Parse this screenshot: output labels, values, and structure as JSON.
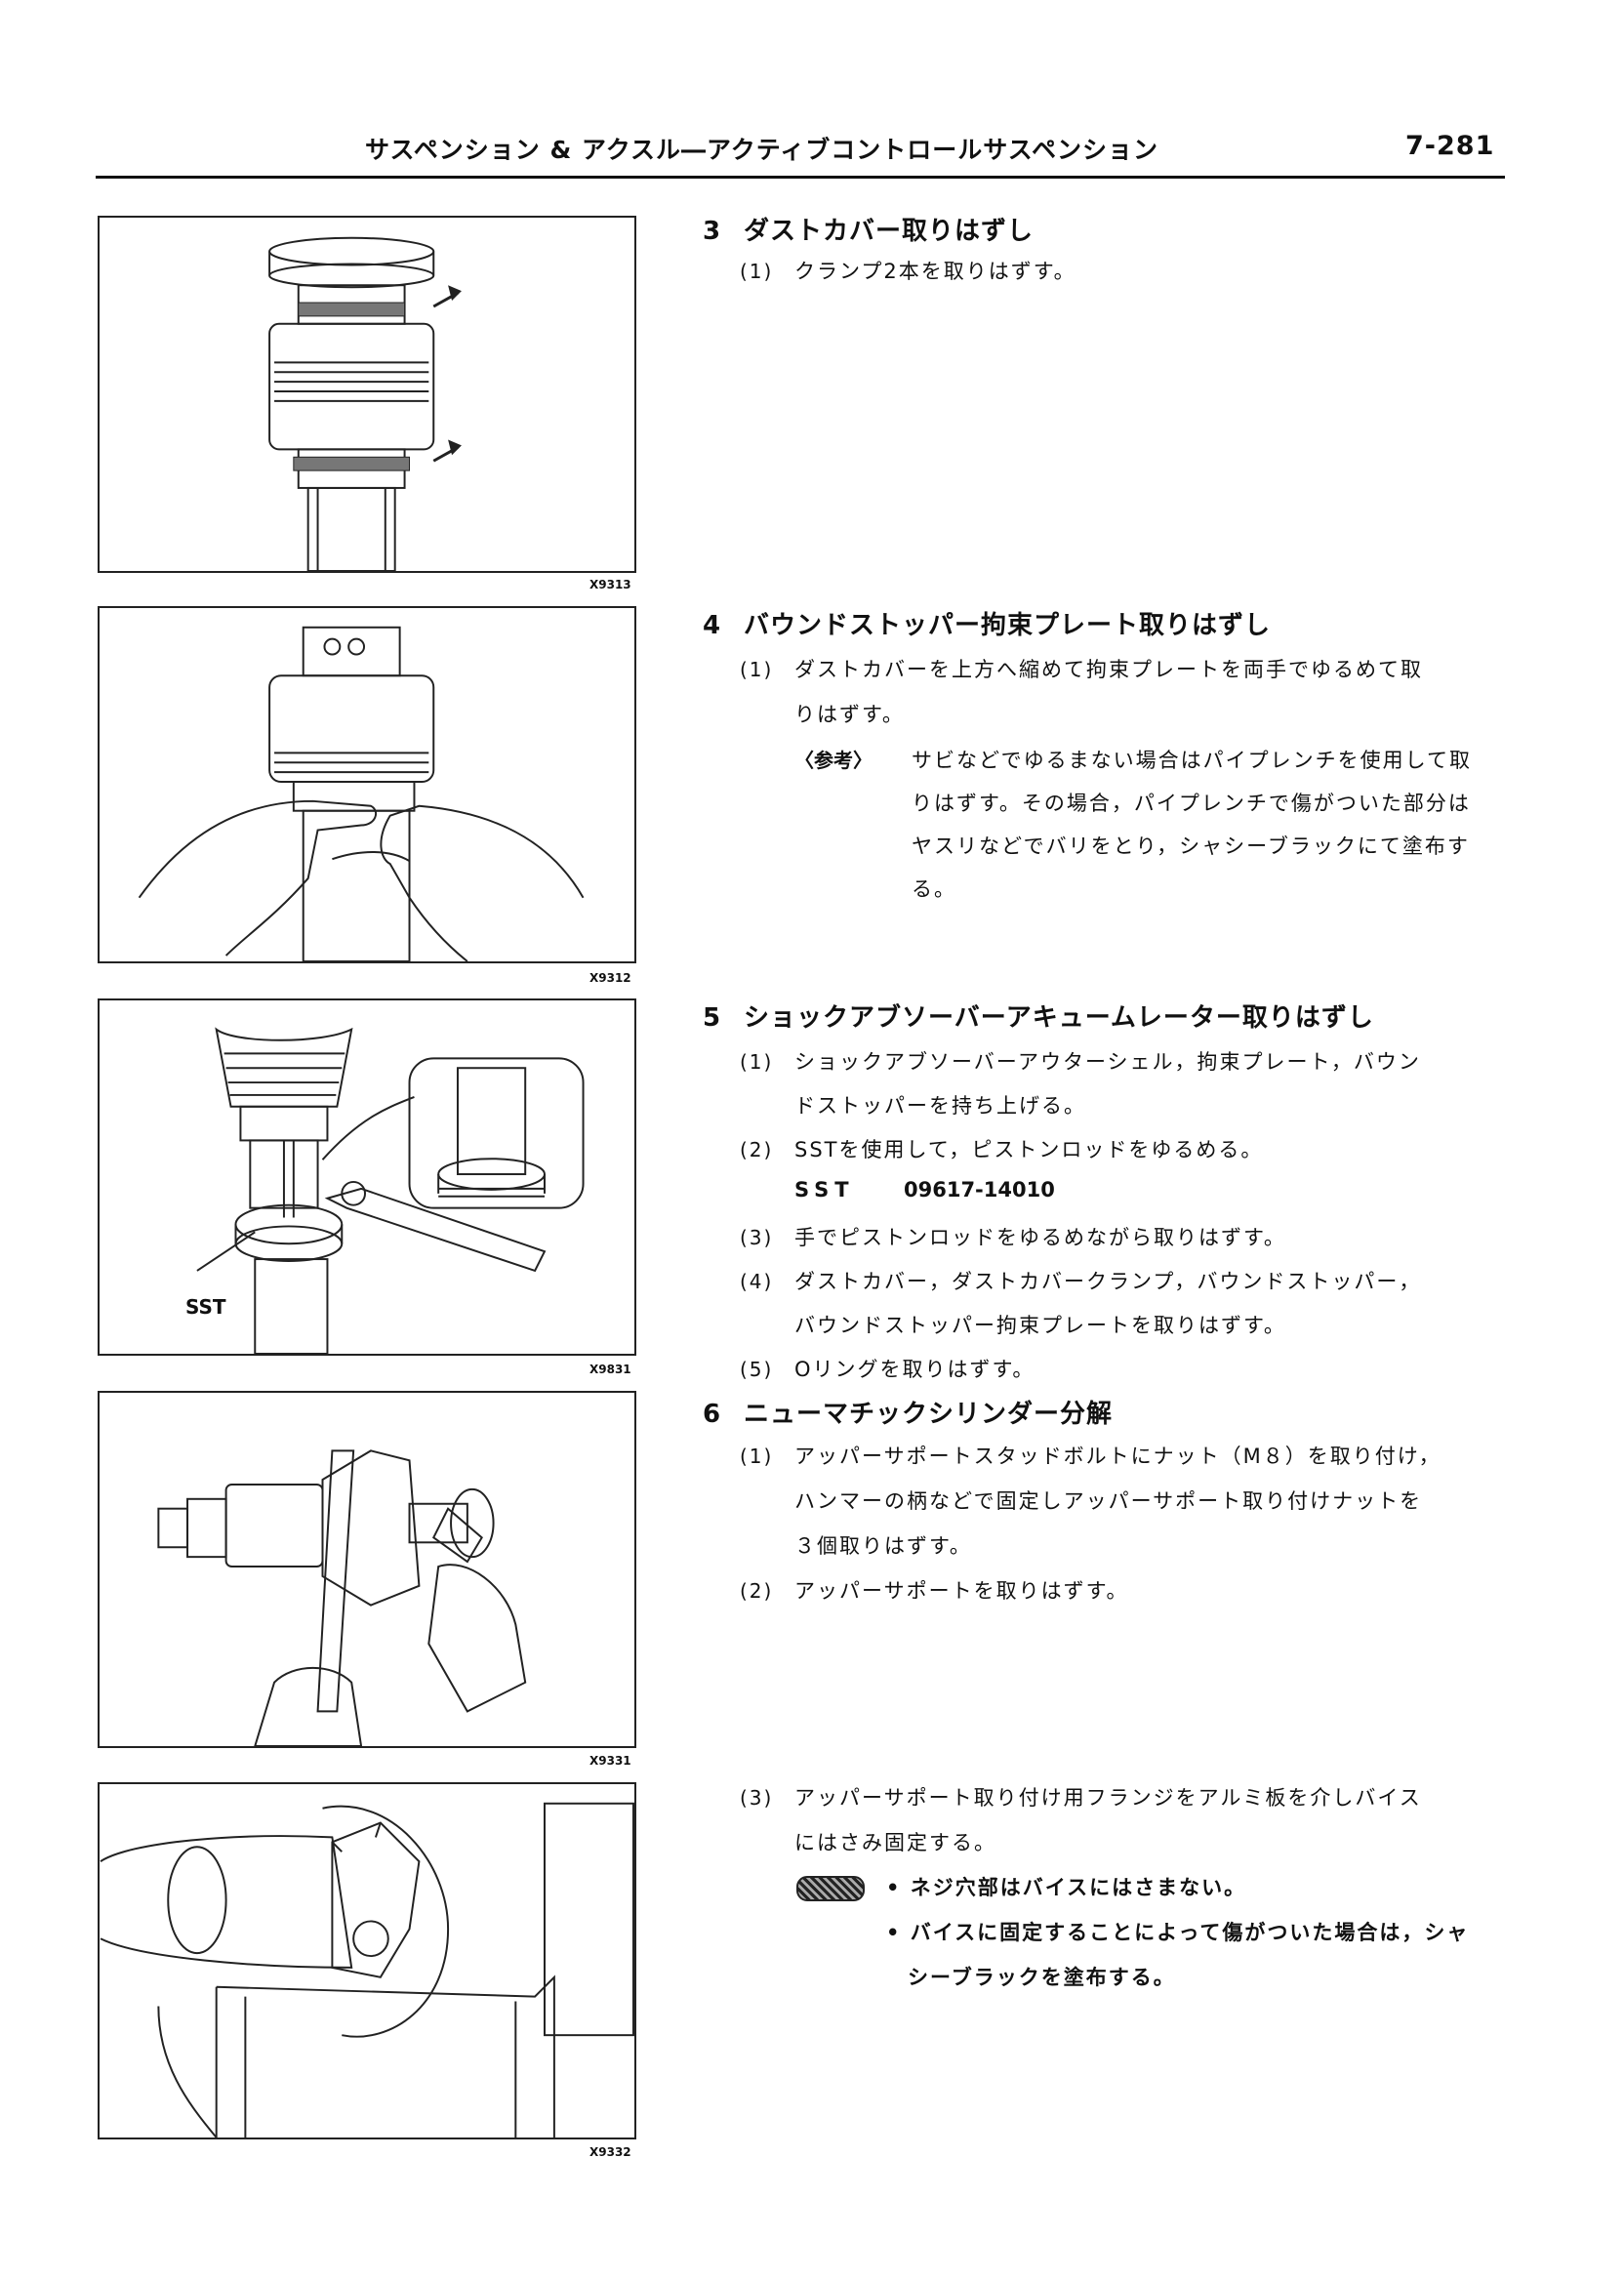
{
  "header": {
    "title": "サスペンション & アクスル―アクティブコントロールサスペンション",
    "page_number": "7-281"
  },
  "figures": [
    {
      "code": "X9313"
    },
    {
      "code": "X9312"
    },
    {
      "code": "X9831",
      "label": "SST"
    },
    {
      "code": "X9331"
    },
    {
      "code": "X9332"
    }
  ],
  "sections": {
    "s3": {
      "number": "3",
      "title": "ダストカバー取りはずし",
      "steps": [
        {
          "num": "(1)",
          "text": "クランプ2本を取りはずす。"
        }
      ]
    },
    "s4": {
      "number": "4",
      "title": "バウンドストッパー拘束プレート取りはずし",
      "step1": {
        "num": "(1)",
        "line1": "ダストカバーを上方へ縮めて拘束プレートを両手でゆるめて取",
        "line2": "りはずす。"
      },
      "note": {
        "label": "〈参考〉",
        "lines": [
          "サビなどでゆるまない場合はパイプレンチを使用して取",
          "りはずす。その場合，パイプレンチで傷がついた部分は",
          "ヤスリなどでバリをとり，シャシーブラックにて塗布す",
          "る。"
        ]
      }
    },
    "s5": {
      "number": "5",
      "title": "ショックアブソーバーアキュームレーター取りはずし",
      "step1": {
        "num": "(1)",
        "line1": "ショックアブソーバーアウターシェル，拘束プレート，バウン",
        "line2": "ドストッパーを持ち上げる。"
      },
      "step2": {
        "num": "(2)",
        "text": "SSTを使用して，ピストンロッドをゆるめる。"
      },
      "sst": {
        "label": "SST",
        "number": "09617-14010"
      },
      "step3": {
        "num": "(3)",
        "text": "手でピストンロッドをゆるめながら取りはずす。"
      },
      "step4": {
        "num": "(4)",
        "line1": "ダストカバー，ダストカバークランプ，バウンドストッパー，",
        "line2": "バウンドストッパー拘束プレートを取りはずす。"
      },
      "step5": {
        "num": "(5)",
        "text": "Oリングを取りはずす。"
      }
    },
    "s6": {
      "number": "6",
      "title": "ニューマチックシリンダー分解",
      "step1": {
        "num": "(1)",
        "line1": "アッパーサポートスタッドボルトにナット（M８）を取り付け，",
        "line2": "ハンマーの柄などで固定しアッパーサポート取り付けナットを",
        "line3": "３個取りはずす。"
      },
      "step2": {
        "num": "(2)",
        "text": "アッパーサポートを取りはずす。"
      },
      "step3": {
        "num": "(3)",
        "line1": "アッパーサポート取り付け用フランジをアルミ板を介しバイス",
        "line2": "にはさみ固定する。"
      },
      "cautions": [
        "• ネジ穴部はバイスにはさまない。",
        "• バイスに固定することによって傷がついた場合は，シャ",
        "シーブラックを塗布する。"
      ]
    }
  }
}
